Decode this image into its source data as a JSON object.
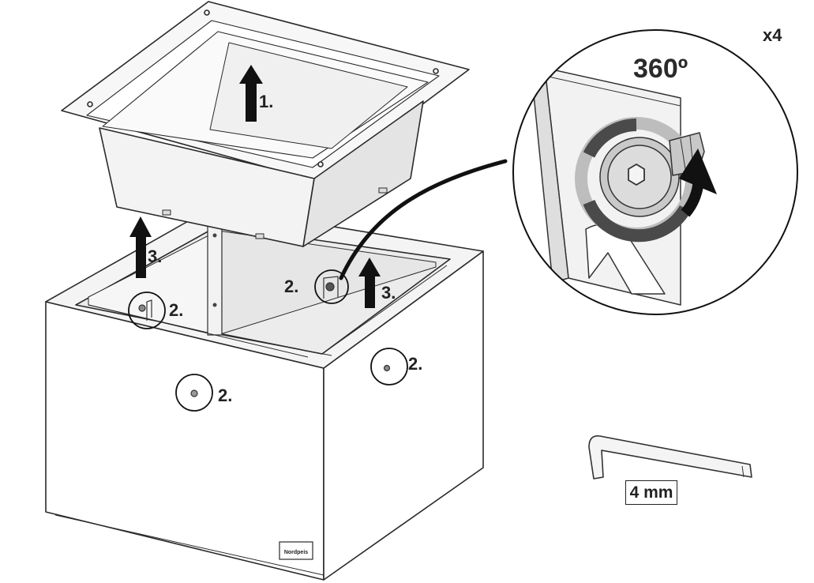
{
  "steps": {
    "lift_insert": "1.",
    "screw_label": "2.",
    "lift_frame": "3."
  },
  "detail": {
    "rotation": "360º",
    "quantity": "x4"
  },
  "tool": {
    "size": "4 mm"
  },
  "brand": {
    "logo_text": "Nordpeis"
  },
  "colors": {
    "line": "#2a2a2a",
    "fill_light": "#f2f2f2",
    "fill_mid": "#d9d9d9",
    "arrow": "#111111"
  }
}
